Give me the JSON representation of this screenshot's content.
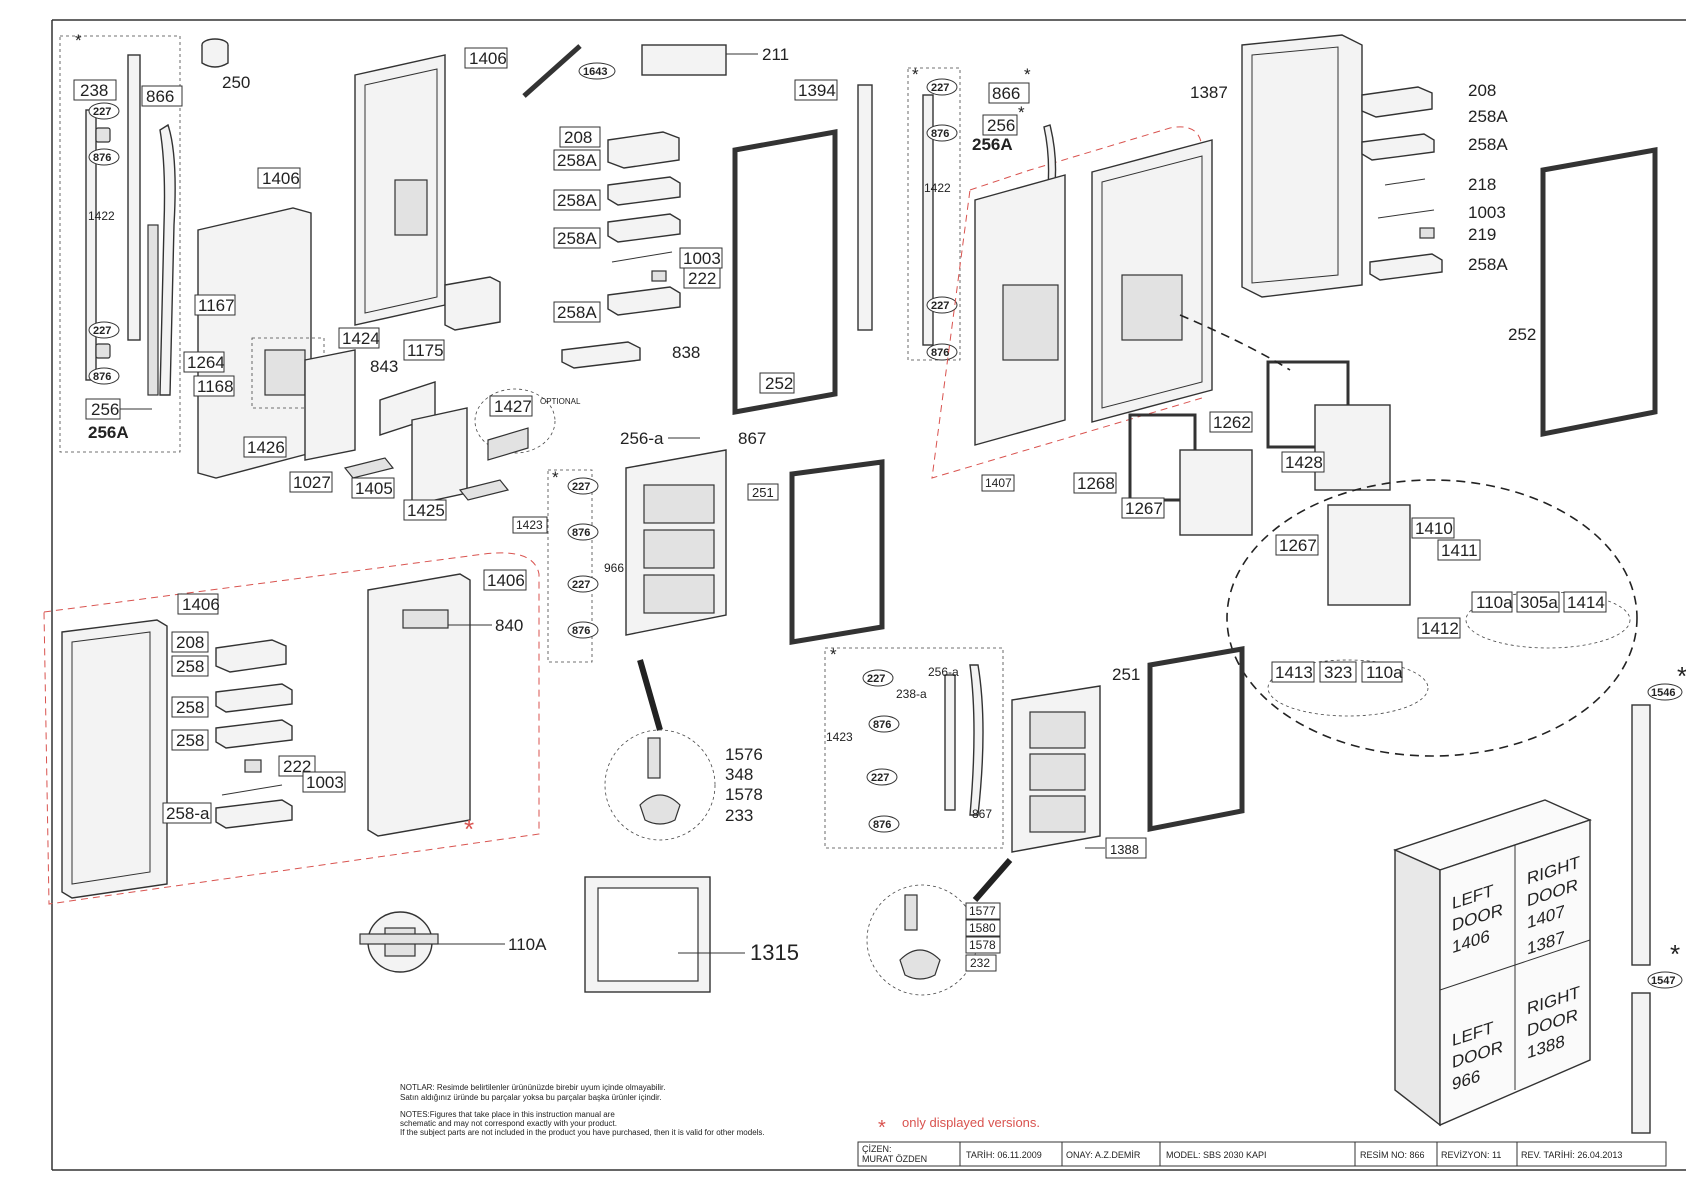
{
  "diagram": {
    "labels": {
      "p238": "238",
      "p866a": "866",
      "p227a": "227",
      "p876a": "876",
      "p1422a": "1422",
      "p227b": "227",
      "p876b": "876",
      "p256": "256",
      "p256A": "256A",
      "p250": "250",
      "p1406a": "1406",
      "p1406b": "1406",
      "p1643": "1643",
      "p211": "211",
      "p1394": "1394",
      "p208a": "208",
      "p258Aa": "258A",
      "p258Ab": "258A",
      "p258Ac": "258A",
      "p1003a": "1003",
      "p222a": "222",
      "p258Ad": "258A",
      "p838": "838",
      "p1167": "1167",
      "p1264": "1264",
      "p1168": "1168",
      "p1424": "1424",
      "p1175": "1175",
      "p843": "843",
      "p1427": "1427",
      "optional": "OPTIONAL",
      "p1426": "1426",
      "p1027": "1027",
      "p1405": "1405",
      "p1425": "1425",
      "p252a": "252",
      "p227c": "227",
      "p876c": "876",
      "p1422b": "1422",
      "p227d": "227",
      "p876d": "876",
      "p866b": "866",
      "p256b": "256",
      "p256Ab": "256A",
      "p1387": "1387",
      "p208b": "208",
      "p258Ae": "258A",
      "p258Af": "258A",
      "p218": "218",
      "p1003b": "1003",
      "p219": "219",
      "p258Ag": "258A",
      "p252b": "252",
      "p1407": "1407",
      "p1262": "1262",
      "p1428": "1428",
      "p1268": "1268",
      "p1267a": "1267",
      "p1267b": "1267",
      "p1410": "1410",
      "p1411": "1411",
      "p110a1": "110a",
      "p305a": "305a",
      "p1414": "1414",
      "p1412": "1412",
      "p1413": "1413",
      "p323": "323",
      "p110a2": "110a",
      "p256a1": "256-a",
      "p867a": "867",
      "p1423a": "1423",
      "p227e": "227",
      "p876e": "876",
      "p227f": "227",
      "p876f": "876",
      "p966": "966",
      "p251a": "251",
      "p1576": "1576",
      "p348": "348",
      "p1578a": "1578",
      "p233": "233",
      "p1406c": "1406",
      "p208c": "208",
      "p258a": "258",
      "p258b": "258",
      "p258c": "258",
      "p222b": "222",
      "p1003c": "1003",
      "p258a2": "258-a",
      "p1406d": "1406",
      "p840": "840",
      "p1423b": "1423",
      "p227g": "227",
      "p238a": "238-a",
      "p256a2": "256-a",
      "p876g": "876",
      "p227h": "227",
      "p876h": "876",
      "p867b": "867",
      "p251b": "251",
      "p1388": "1388",
      "p1577": "1577",
      "p1580": "1580",
      "p1578b": "1578",
      "p232": "232",
      "p110A": "110A",
      "p1315": "1315",
      "p1546": "1546",
      "p1547": "1547"
    },
    "iso_doors": {
      "left_top": [
        "LEFT",
        "DOOR",
        "1406"
      ],
      "right_top": [
        "RIGHT",
        "DOOR",
        "1407",
        "1387"
      ],
      "left_bottom": [
        "LEFT",
        "DOOR",
        "966"
      ],
      "right_bottom": [
        "RIGHT",
        "DOOR",
        "1388"
      ]
    },
    "notes": {
      "tr1": "NOTLAR: Resimde belirtilenler ürününüzde birebir  uyum içinde olmayabilir.",
      "tr2": "Satın aldığınız üründe bu parçalar yoksa bu parçalar başka ürünler içindir.",
      "en1": "NOTES:Figures that take place in this instruction manual are",
      "en2": "schematic  and may not correspond exactly with your product.",
      "en3": "If the subject parts are not included in the product you have purchased, then it is valid for other models."
    },
    "star_note": "only displayed versions.",
    "title_block": {
      "cizen_label": "ÇİZEN:",
      "cizen_name": "MURAT ÖZDEN",
      "tarih": "TARİH: 06.11.2009",
      "onay": "ONAY:  A.Z.DEMİR",
      "model": "MODEL: SBS 2030 KAPI",
      "resim": "RESİM NO: 866",
      "revizyon": "REVİZYON: 11",
      "rev_tarihi": "REV. TARİHİ: 26.04.2013"
    },
    "colors": {
      "accent_red": "#d9534f",
      "line": "#333333"
    }
  }
}
